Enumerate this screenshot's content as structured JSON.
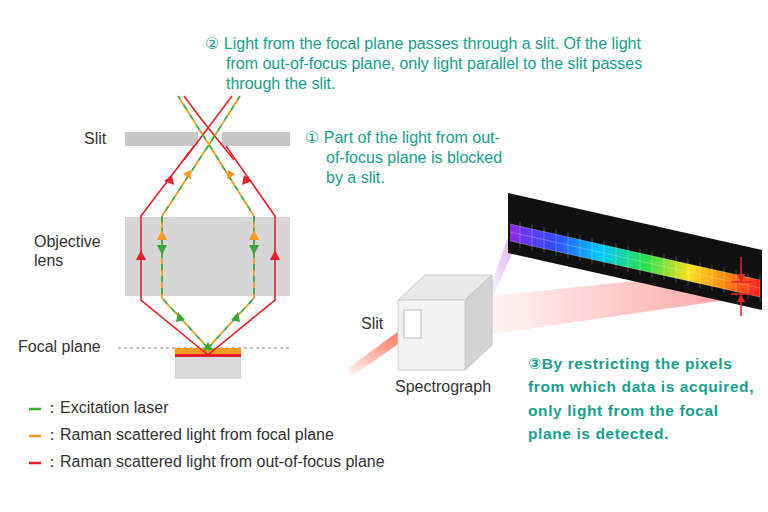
{
  "diagram": {
    "labels": [
      "② Light from the focal plane passes through a slit. Of the light from out-of-focus plane, only light parallel to the slit passes through the slit.",
      "① Part of the light from out-of-focus plane is blocked by a slit.",
      "③By restricting the pixels from which data is acquired, only light from the focal plane is detected.",
      "Slit",
      "Objective lens",
      "Focal plane",
      "Slit",
      "Spectrograph"
    ],
    "legend": [
      {
        "text": "：Excitation laser"
      },
      {
        "text": "：Raman scattered light from focal plane"
      },
      {
        "text": "：Raman scattered light from out-of-focus plane"
      }
    ]
  }
}
